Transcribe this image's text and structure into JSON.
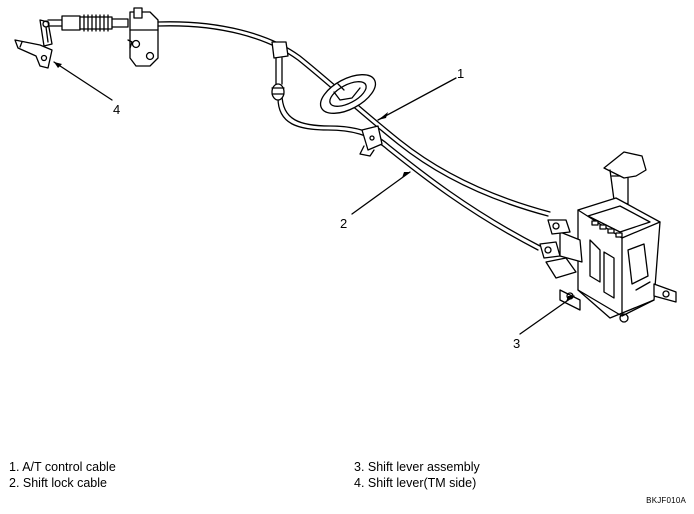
{
  "callouts": {
    "c1": "1",
    "c2": "2",
    "c3": "3",
    "c4": "4"
  },
  "legend": {
    "item1": "1.  A/T control cable",
    "item2": "2.  Shift lock cable",
    "item3": "3.  Shift lever assembly",
    "item4": "4.  Shift lever(TM side)"
  },
  "figure_code": "BKJF010A"
}
